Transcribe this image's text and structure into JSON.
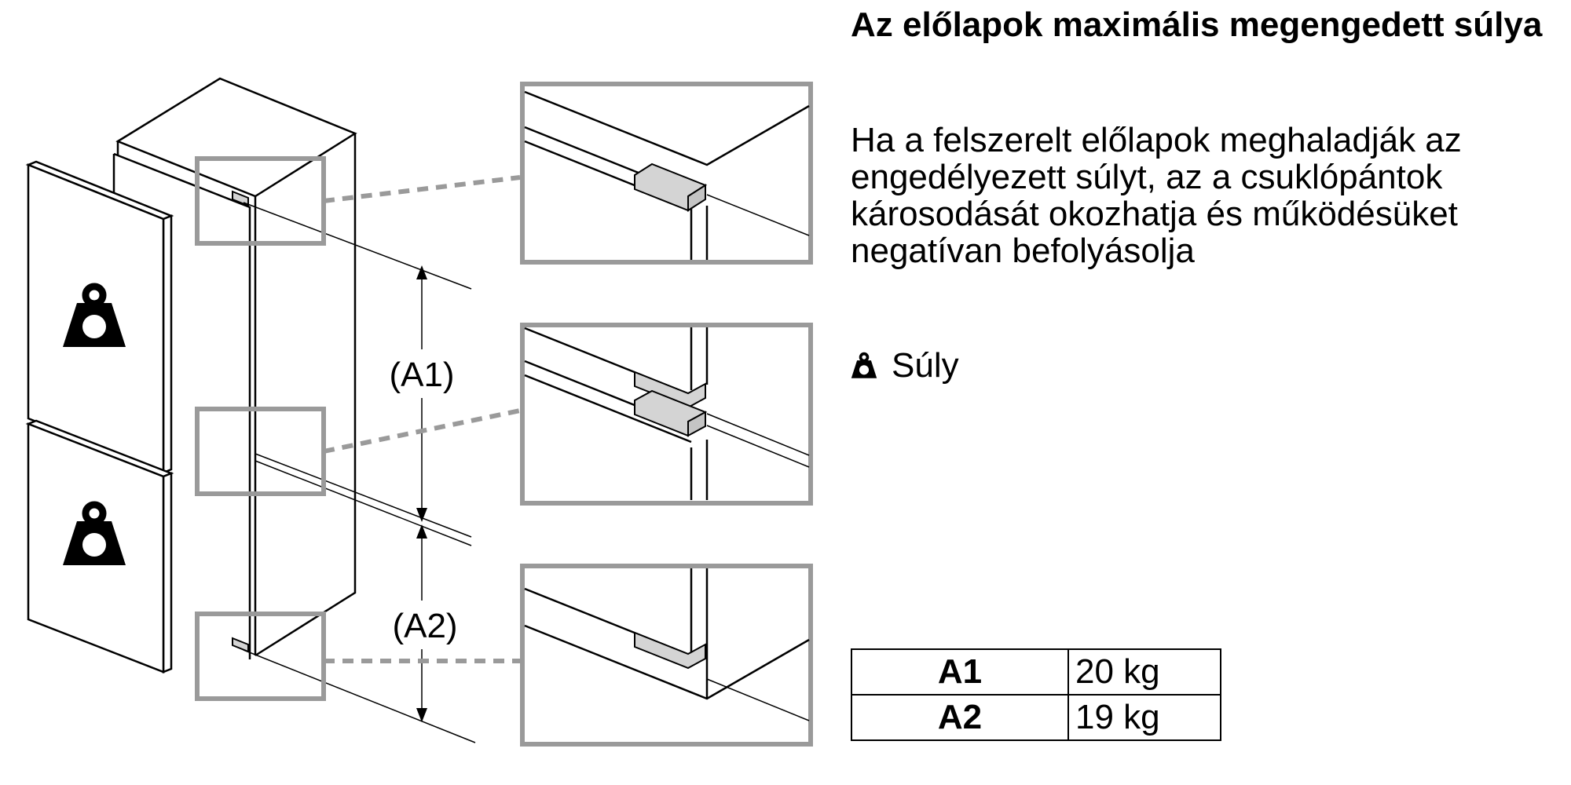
{
  "title": "Az előlapok maximális megengedett súlya",
  "description": "Ha a felszerelt előlapok meghaladják az engedélyezett súlyt, az a csuklópántok károsodását okozhatja és működésüket negatívan befolyásolja",
  "legend": {
    "icon": "weight-icon",
    "label": "Súly"
  },
  "dimensions": {
    "a1": "(A1)",
    "a2": "(A2)"
  },
  "weights_table": [
    {
      "key": "A1",
      "value": "20 kg"
    },
    {
      "key": "A2",
      "value": "19 kg"
    }
  ],
  "colors": {
    "zoom_frame": "#9a9a9a",
    "hinge_block": "#d4d4d4",
    "line": "#000000"
  }
}
